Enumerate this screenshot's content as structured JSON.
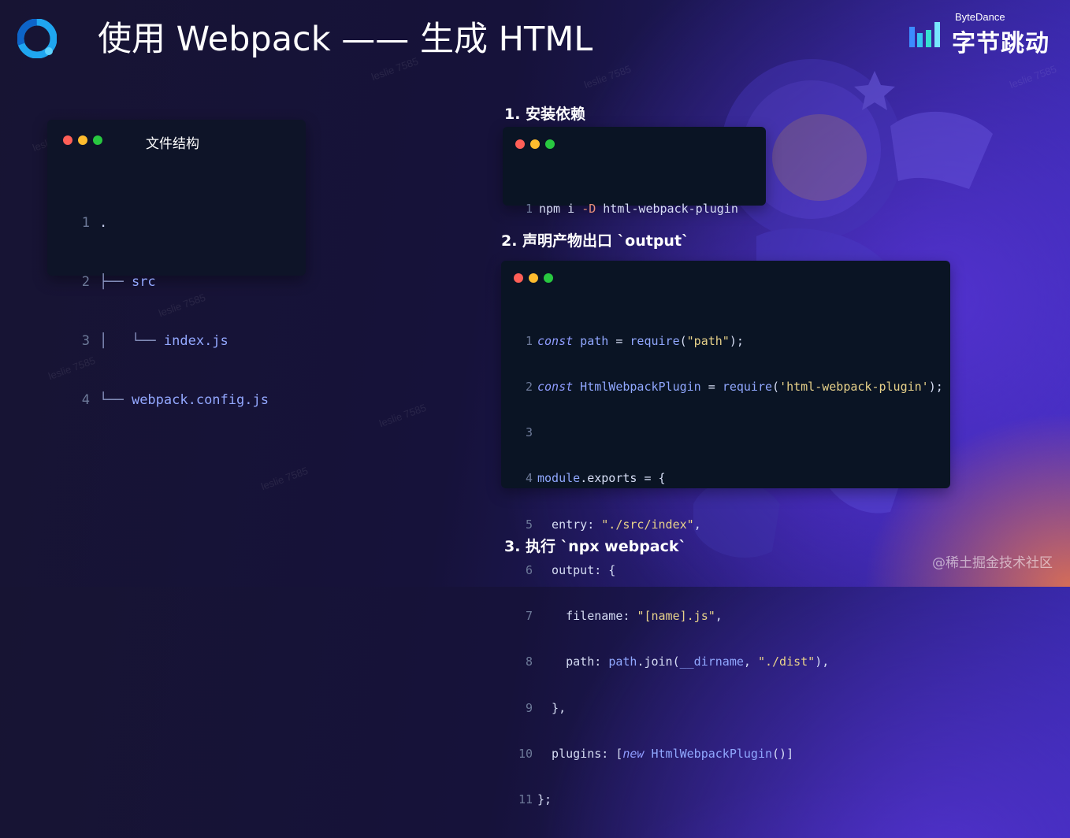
{
  "title": "使用 Webpack —— 生成 HTML",
  "brand": {
    "en": "ByteDance",
    "cn": "字节跳动"
  },
  "colors": {
    "accent": "#1fa6f0",
    "dot_red": "#ff5f57",
    "dot_yellow": "#febc2e",
    "dot_green": "#28c840"
  },
  "file_structure": {
    "title": "文件结构",
    "lines": [
      {
        "n": "1",
        "tree": "",
        "name": "."
      },
      {
        "n": "2",
        "tree": "├── ",
        "name": "src"
      },
      {
        "n": "3",
        "tree": "│   └── ",
        "name": "index.js"
      },
      {
        "n": "4",
        "tree": "└── ",
        "name": "webpack.config.js"
      }
    ]
  },
  "steps": {
    "step1": "1. 安装依赖",
    "step2": "2. 声明产物出口 `output`",
    "step3": "3. 执行 `npx webpack`"
  },
  "install_code": {
    "n": "1",
    "cmd_a": "npm i ",
    "flag": "-D",
    "cmd_b": " html-webpack-plugin"
  },
  "config_code": {
    "l1": {
      "n": "1",
      "a": "const",
      "b": " path",
      "c": " = ",
      "d": "require",
      "e": "(",
      "f": "\"path\"",
      "g": ");"
    },
    "l2": {
      "n": "2",
      "a": "const",
      "b": " HtmlWebpackPlugin",
      "c": " = ",
      "d": "require",
      "e": "(",
      "f": "'html-webpack-plugin'",
      "g": ");"
    },
    "l3": {
      "n": "3"
    },
    "l4": {
      "n": "4",
      "a": "module",
      "b": ".exports = {"
    },
    "l5": {
      "n": "5",
      "a": "  entry",
      "b": ": ",
      "c": "\"./src/index\"",
      "d": ","
    },
    "l6": {
      "n": "6",
      "a": "  output",
      "b": ": {"
    },
    "l7": {
      "n": "7",
      "a": "    filename",
      "b": ": ",
      "c": "\"[name].js\"",
      "d": ","
    },
    "l8": {
      "n": "8",
      "a": "    path",
      "b": ": ",
      "c": "path",
      "d": ".join(",
      "e": "__dirname",
      "f": ", ",
      "g": "\"./dist\"",
      "h": "),"
    },
    "l9": {
      "n": "9",
      "a": "  },"
    },
    "l10": {
      "n": "10",
      "a": "  plugins",
      "b": ": [",
      "c": "new",
      "d": " HtmlWebpackPlugin",
      "e": "()]"
    },
    "l11": {
      "n": "11",
      "a": "};"
    }
  },
  "source_watermark": "@稀土掘金技术社区",
  "watermark": "leslie 7585"
}
